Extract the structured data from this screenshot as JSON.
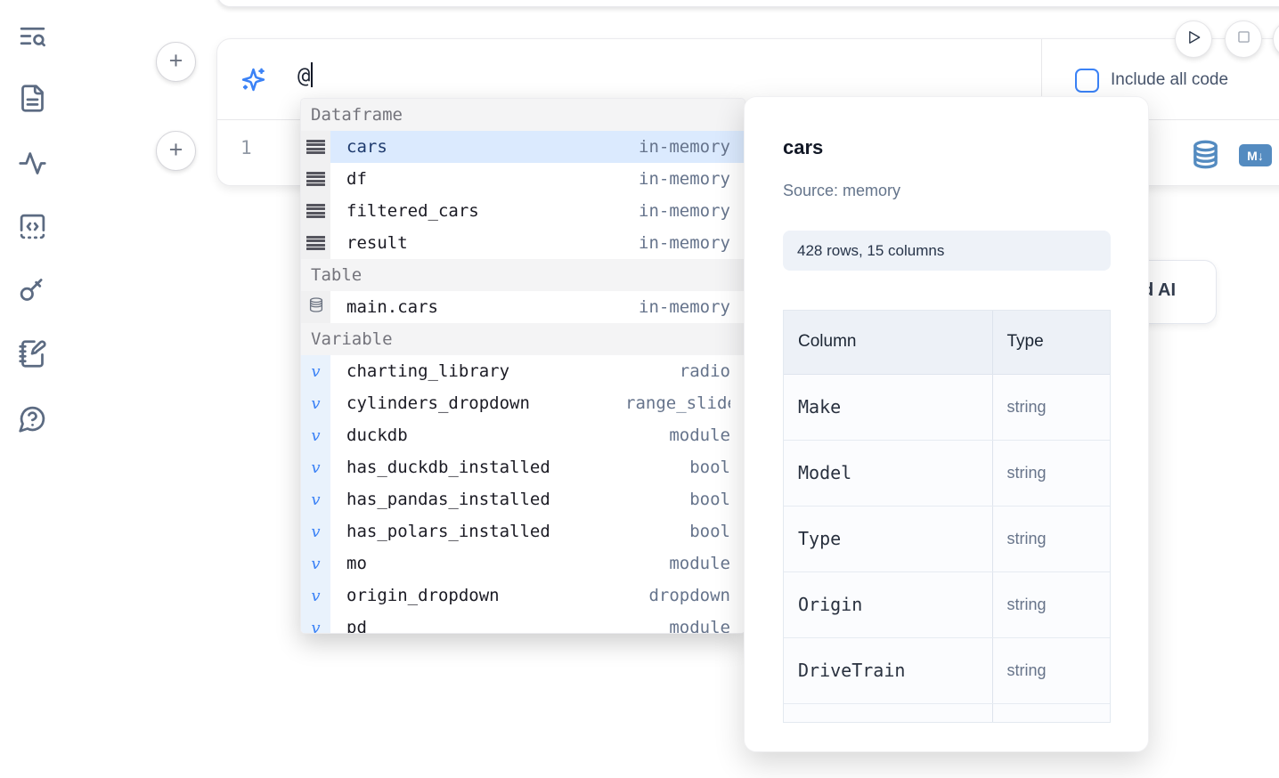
{
  "colors": {
    "accent_blue": "#3b82f6",
    "selection_blue": "#dbeafe",
    "selected_text": "#1e3a6d",
    "tool_blue": "#548bc0",
    "sidebar_icon": "#5c6b82",
    "pill_bg": "#eef2f8",
    "header_bg": "#f4f4f5"
  },
  "sidebar": {
    "icons": [
      "text-search-icon",
      "file-text-icon",
      "activity-icon",
      "code-square-icon",
      "key-icon",
      "notebook-pen-icon",
      "help-chat-icon"
    ]
  },
  "toolbar": {
    "buttons": [
      "play-icon",
      "stop-icon"
    ]
  },
  "ai_prompt": {
    "value": "@",
    "checkbox_label": "Include all code",
    "checkbox_checked": false,
    "icon": "sparkles-icon"
  },
  "editor": {
    "line_number": "1",
    "tools": [
      "database-icon",
      "markdown-icon"
    ],
    "markdown_badge": "M↓"
  },
  "autocomplete": {
    "sections": [
      {
        "header": "Dataframe",
        "kind": "dataframe",
        "items": [
          {
            "name": "cars",
            "detail": "in-memory",
            "selected": true
          },
          {
            "name": "df",
            "detail": "in-memory"
          },
          {
            "name": "filtered_cars",
            "detail": "in-memory"
          },
          {
            "name": "result",
            "detail": "in-memory"
          }
        ]
      },
      {
        "header": "Table",
        "kind": "table",
        "items": [
          {
            "name": "main.cars",
            "detail": "in-memory"
          }
        ]
      },
      {
        "header": "Variable",
        "kind": "variable",
        "items": [
          {
            "name": "charting_library",
            "detail": "radio"
          },
          {
            "name": "cylinders_dropdown",
            "detail": "range_slider",
            "clipped": true
          },
          {
            "name": "duckdb",
            "detail": "module"
          },
          {
            "name": "has_duckdb_installed",
            "detail": "bool"
          },
          {
            "name": "has_pandas_installed",
            "detail": "bool"
          },
          {
            "name": "has_polars_installed",
            "detail": "bool"
          },
          {
            "name": "mo",
            "detail": "module"
          },
          {
            "name": "origin_dropdown",
            "detail": "dropdown"
          },
          {
            "name": "pd",
            "detail": "module",
            "partial": true
          }
        ]
      }
    ]
  },
  "preview": {
    "title": "cars",
    "source": "Source: memory",
    "shape": "428 rows, 15 columns",
    "table": {
      "headers": [
        "Column",
        "Type"
      ],
      "rows": [
        [
          "Make",
          "string"
        ],
        [
          "Model",
          "string"
        ],
        [
          "Type",
          "string"
        ],
        [
          "Origin",
          "string"
        ],
        [
          "DriveTrain",
          "string"
        ]
      ],
      "has_partial_row": true
    }
  },
  "ai_button": {
    "visible_label": "d AI"
  }
}
